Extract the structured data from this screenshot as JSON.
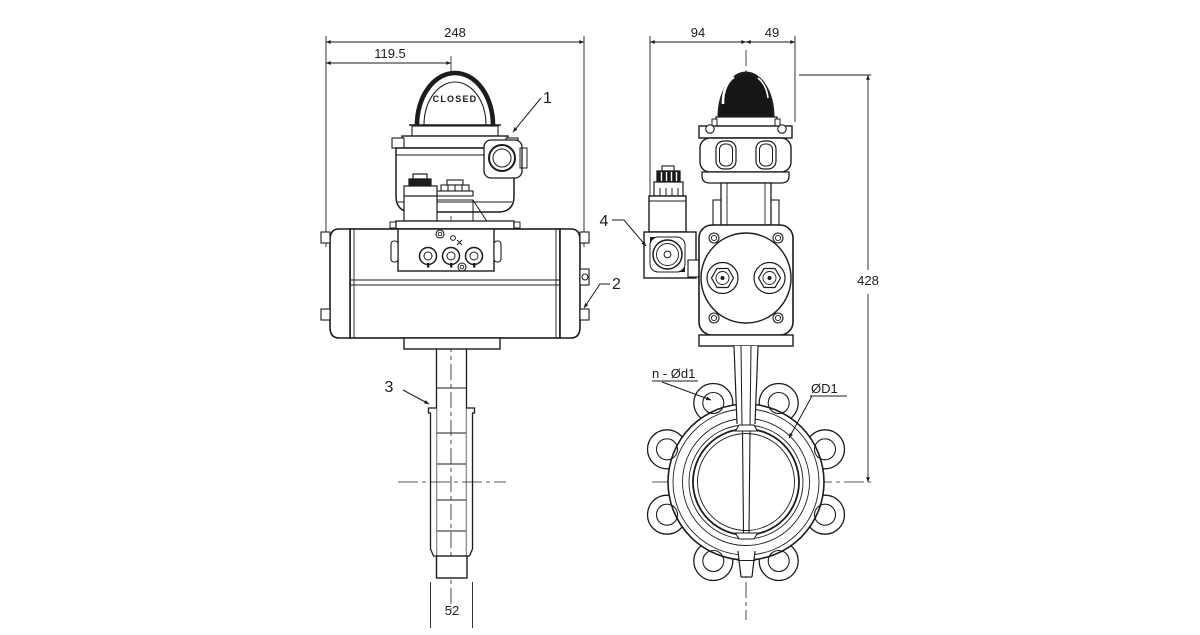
{
  "colors": {
    "background": "#ffffff",
    "line": "#1c1c1c"
  },
  "left_view": {
    "dome_label": "CLOSED",
    "callout_1": "1",
    "callout_2": "2",
    "callout_3": "3",
    "dim_overall_width": "248",
    "dim_center_offset": "119.5",
    "dim_valve_width": "52"
  },
  "right_view": {
    "callout_4": "4",
    "dim_left_width": "94",
    "dim_right_width": "49",
    "dim_height": "428",
    "label_bolt_holes": "n - Ød1",
    "label_bolt_circle": "ØD1"
  }
}
